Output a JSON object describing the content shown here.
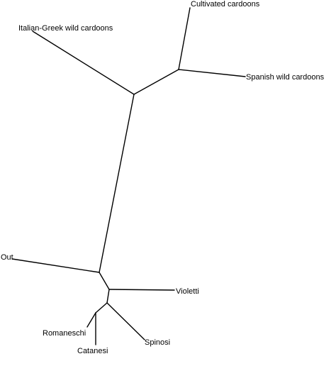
{
  "tree": {
    "taxa": {
      "italian_greek": "Italian-Greek wild cardoons",
      "cultivated": "Cultivated cardoons",
      "spanish": "Spanish wild cardoons",
      "out": "Out",
      "violetti": "Violetti",
      "romaneschi": "Romaneschi",
      "catanesi": "Catanesi",
      "spinosi": "Spinosi"
    },
    "topology": [
      [
        "root",
        "out"
      ],
      [
        "root",
        "wild_node"
      ],
      [
        "root",
        "cult_node"
      ],
      [
        "wild_node",
        "italian_greek"
      ],
      [
        "wild_node",
        "cs_node"
      ],
      [
        "cs_node",
        "cultivated"
      ],
      [
        "cs_node",
        "spanish"
      ],
      [
        "cult_node",
        "violetti"
      ],
      [
        "cult_node",
        "inner_node"
      ],
      [
        "inner_node",
        "spinosi"
      ],
      [
        "inner_node",
        "rc_node"
      ],
      [
        "rc_node",
        "romaneschi"
      ],
      [
        "rc_node",
        "catanesi"
      ]
    ],
    "line_color": "#000000"
  }
}
